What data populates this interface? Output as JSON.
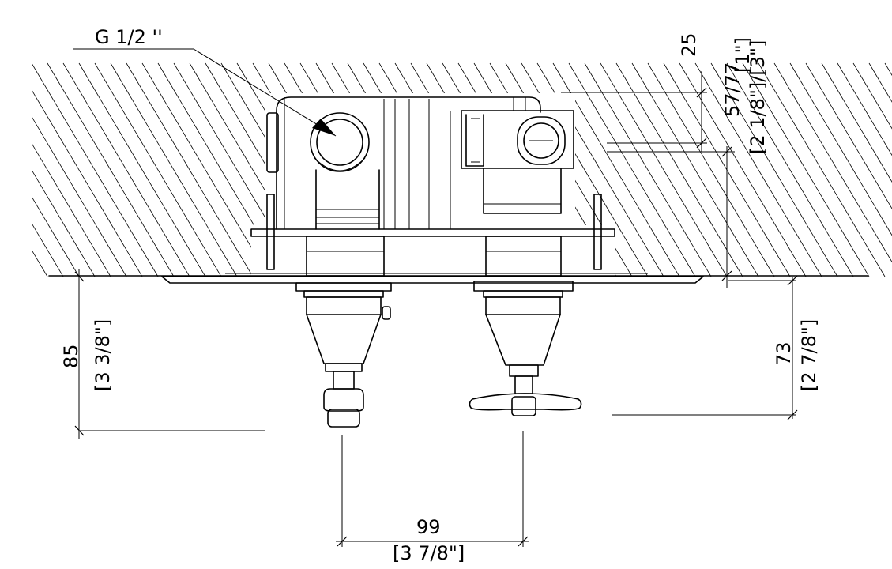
{
  "labels": {
    "thread": "G 1/2 ''",
    "dim_top_1": "25",
    "dim_top_2": "57/77",
    "dim_top_3": "[1\"]",
    "dim_top_4": "[2 1/8\"]/[3\"]",
    "dim_left_mm": "85",
    "dim_left_in": "[3 3/8\"]",
    "dim_right_mm": "73",
    "dim_right_in": "[2 7/8\"]",
    "dim_bottom_mm": "99",
    "dim_bottom_in": "[3 7/8\"]"
  },
  "colors": {
    "line": "#000000",
    "background": "#ffffff"
  }
}
